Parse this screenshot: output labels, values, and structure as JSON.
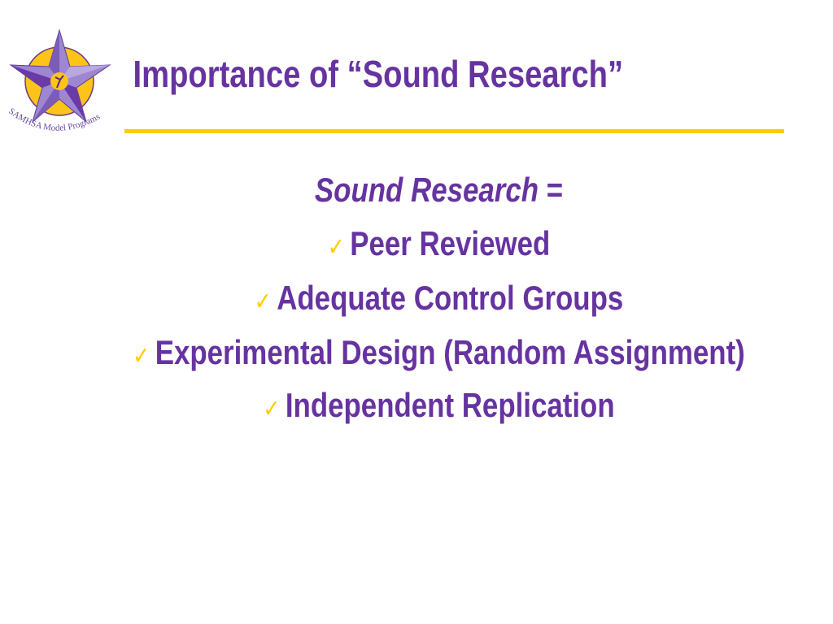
{
  "logo": {
    "text": "SAMHSA Model Programs"
  },
  "title": "Importance of “Sound Research”",
  "body": {
    "heading_italic": "Sound Research",
    "heading_suffix": " =",
    "check_icon": "✓",
    "items": [
      "Peer Reviewed",
      "Adequate Control Groups",
      "Experimental Design (Random Assignment)",
      "Independent Replication"
    ]
  },
  "colors": {
    "text": "#6633a0",
    "accent": "#ffcc00"
  }
}
